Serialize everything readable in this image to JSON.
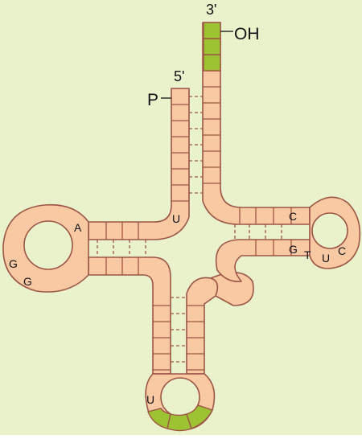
{
  "colors": {
    "background": "#eaf2cc",
    "nucleotide_fill": "#f9c9a3",
    "stroke": "#9d5646",
    "anticodon_fill": "#9dc232",
    "acceptor_end_fill": "#9dc232",
    "text": "#111111"
  },
  "labels": {
    "three_prime": "3'",
    "five_prime": "5'",
    "hydroxyl": "OH",
    "phosphate": "P"
  },
  "bases": {
    "d_loop_a": "A",
    "d_loop_g1": "G",
    "d_loop_g2": "G",
    "stem_u": "U",
    "anticodon_u": "U",
    "t_loop_c1": "C",
    "t_loop_g": "G",
    "t_loop_t": "T",
    "t_loop_u": "U",
    "t_loop_c2": "C"
  }
}
